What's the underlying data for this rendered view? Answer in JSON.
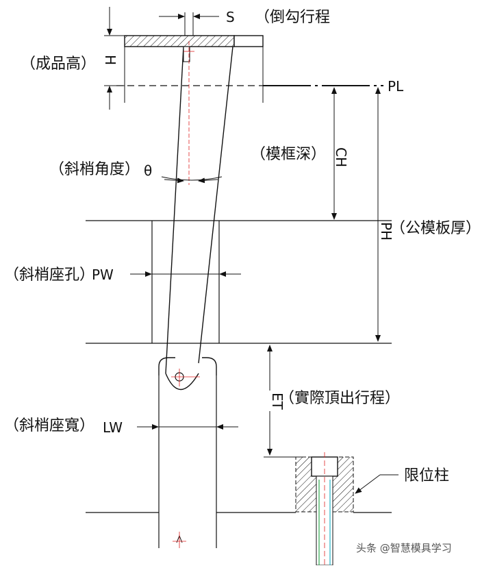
{
  "labels": {
    "s_symbol": "S",
    "s_name": "（倒勾行程",
    "h_name": "（成品高）",
    "h_symbol": "H",
    "pl_symbol": "PL",
    "ch_name": "（模框深）",
    "ch_symbol": "CH",
    "angle_name": "（斜梢角度）",
    "angle_symbol": "θ",
    "ph_symbol": "PH",
    "ph_name": "（公模板厚）",
    "pw_name": "（斜梢座孔）",
    "pw_symbol": "PW",
    "et_symbol": "ET",
    "et_name": "（實際頂出行程）",
    "lw_name": "（斜梢座寬）",
    "lw_symbol": "LW",
    "stop_pin_name": "限位柱",
    "watermark": "头条 @智慧模具学习"
  },
  "colors": {
    "line": "#111111",
    "center_mark": "#e02020",
    "hatch": "#111111",
    "pin_green": "#2fa84f",
    "pin_cyan": "#27b3c7"
  }
}
